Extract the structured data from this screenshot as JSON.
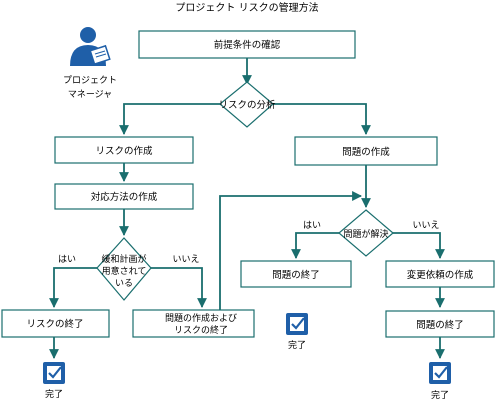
{
  "title": "プロジェクト リスクの管理方法",
  "actor": {
    "icon": "project-manager-icon",
    "label_line1": "プロジェクト",
    "label_line2": "マネージャ"
  },
  "nodes": {
    "confirm_prereq": "前提条件の確認",
    "risk_analysis": "リスクの分析",
    "create_risk": "リスクの作成",
    "create_mitigation": "対応方法の作成",
    "mitigation_decision_l1": "緩和計画が",
    "mitigation_decision_l2": "用意されて",
    "mitigation_decision_l3": "いる",
    "close_risk": "リスクの終了",
    "create_issue_close_risk_l1": "問題の作成および",
    "create_issue_close_risk_l2": "リスクの終了",
    "create_issue": "問題の作成",
    "issue_resolved": "問題が解決",
    "close_issue": "問題の終了",
    "create_change_request": "変更依頼の作成",
    "close_issue_2": "問題の終了"
  },
  "edge_labels": {
    "yes_left": "はい",
    "no_left": "いいえ",
    "yes_right": "はい",
    "no_right": "いいえ"
  },
  "done": {
    "icon": "checkbox-done-icon",
    "label": "完了"
  },
  "colors": {
    "stroke": "#1a6e6e",
    "icon_blue": "#1f5fa8"
  }
}
